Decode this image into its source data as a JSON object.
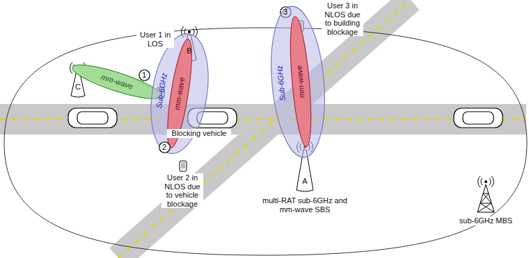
{
  "diagram": {
    "nodes": [
      {
        "text": [
          "mm-wave"
        ]
      },
      {
        "text": [
          "1"
        ]
      },
      {
        "text": [
          "Sub-6GHz"
        ]
      },
      {
        "text": [
          "mm-wave"
        ],
        "in": 2
      },
      {
        "text": [
          "3"
        ]
      },
      {
        "text": [
          "Sub-6GHz"
        ]
      },
      {
        "text": [
          "mm-wave"
        ],
        "in": 5
      },
      {
        "text": [
          "2"
        ]
      }
    ],
    "labels": [
      "C",
      "User 1 in LOS",
      "B",
      "User 3 in NLOS due to building blockage",
      "Blocking vehicle",
      "A",
      "User 2 in NLOS due to vehicle blockage",
      "multi-RAT sub-6GHz and mm-wave SBS",
      "sub-6GHz MBS"
    ]
  }
}
